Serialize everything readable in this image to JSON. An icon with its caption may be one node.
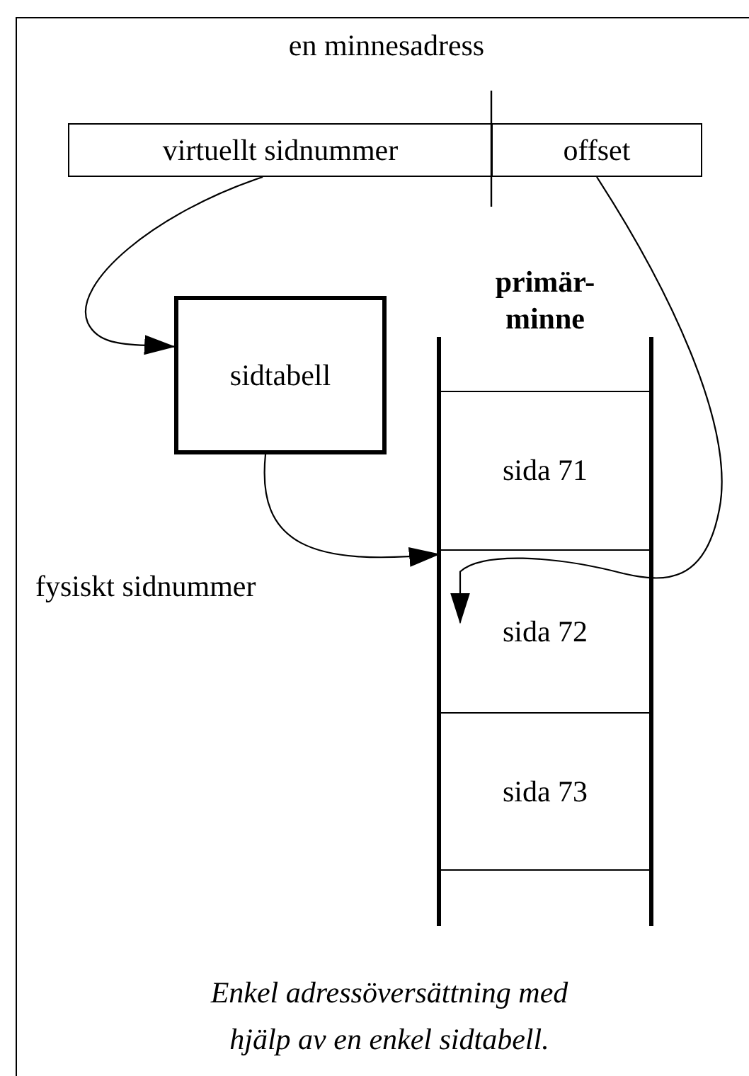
{
  "diagram": {
    "title": "en minnesadress",
    "caption": "Enkel adressöversättning med hjälp av en enkel sidtabell.",
    "nodes": [
      {
        "text": [
          "virtuellt sidnummer"
        ]
      },
      {
        "text": [
          "offset"
        ]
      },
      {
        "text": [
          "sidtabell"
        ]
      },
      {
        "text": [
          "primär-minne"
        ]
      },
      {
        "text": [
          "sida 71"
        ],
        "in": 3
      },
      {
        "text": [
          "sida 72"
        ],
        "in": 3
      },
      {
        "text": [
          "sida 73"
        ],
        "in": 3
      }
    ],
    "edges": [
      {
        "from": 0,
        "to": 2,
        "arrow": "to"
      },
      {
        "from": 2,
        "to": 5,
        "arrow": "to",
        "label": "fysiskt sidnummer"
      },
      {
        "from": 1,
        "to": 5,
        "arrow": "to"
      }
    ]
  }
}
